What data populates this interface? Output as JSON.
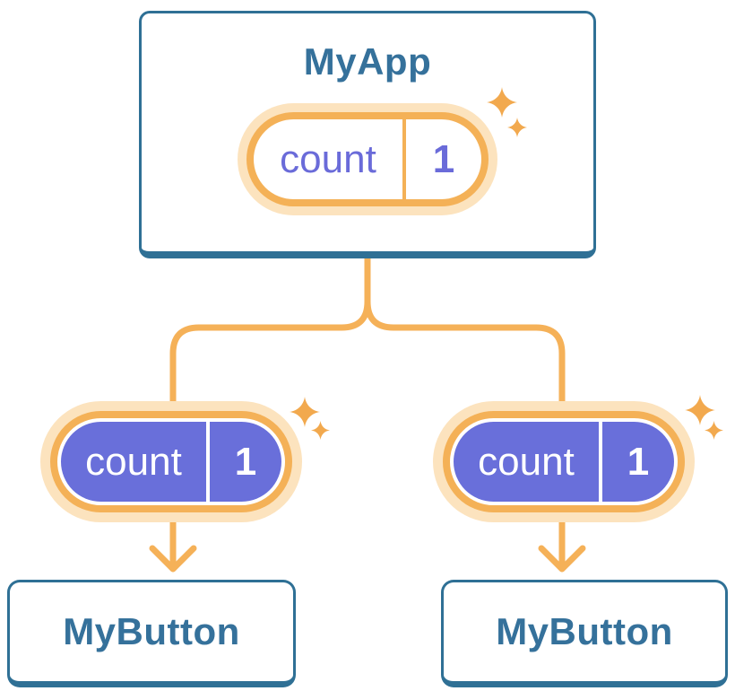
{
  "diagram": {
    "description": "component tree passing state down as props",
    "root": {
      "title": "MyApp",
      "prop": {
        "label": "count",
        "value": "1"
      }
    },
    "children": [
      {
        "title": "MyButton",
        "prop": {
          "label": "count",
          "value": "1"
        }
      },
      {
        "title": "MyButton",
        "prop": {
          "label": "count",
          "value": "1"
        }
      }
    ]
  },
  "colors": {
    "card_border_blue": "#2F7095",
    "title_text_blue": "#35719B",
    "connector_orange": "#F5B158",
    "pill_ring_orange": "#F4B157",
    "pill_glow_pale_orange": "#FCE3BE",
    "pill_fill_purple": "#696FDA",
    "pill_text_purple": "#6A6BD9",
    "sparkle_orange": "#F2A94E",
    "background": "#ffffff"
  },
  "icons": {
    "sparkle": "four-point-star"
  }
}
